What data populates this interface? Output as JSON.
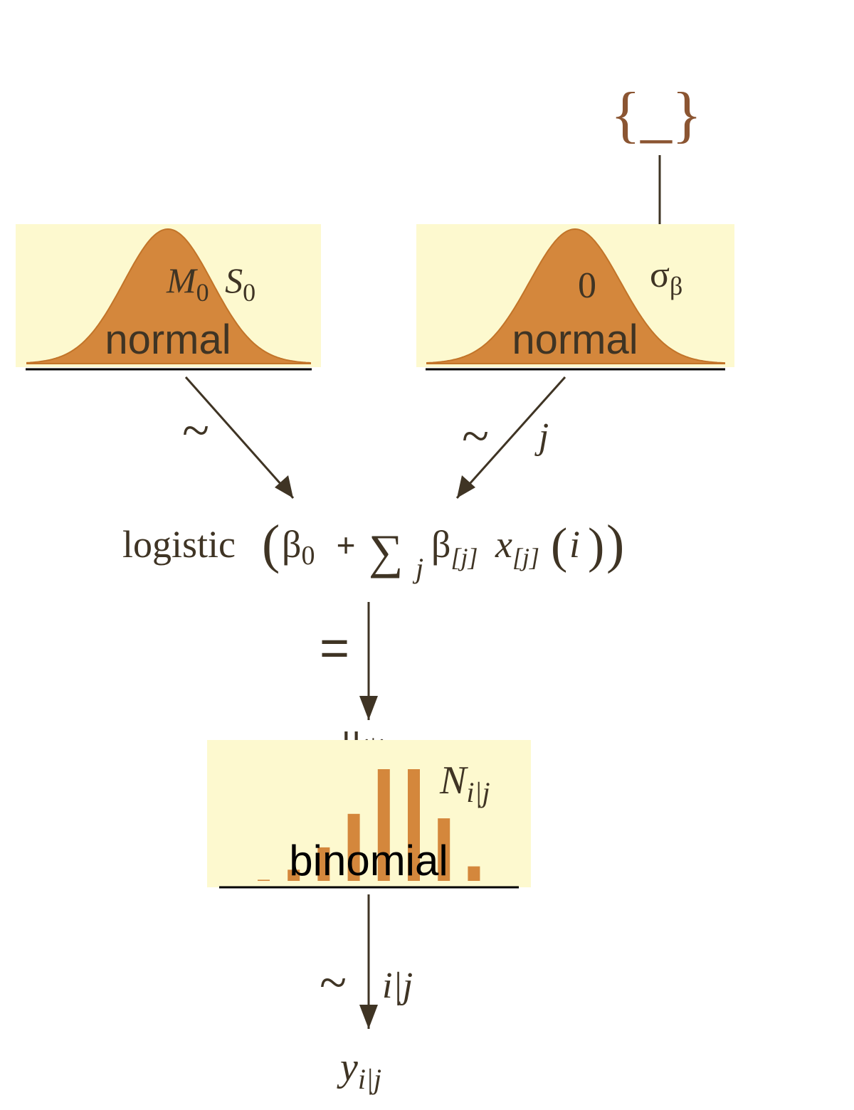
{
  "colors": {
    "panel_fill": "#fdf9cf",
    "curve_fill": "#d4873c",
    "curve_stroke": "#c27429",
    "ink": "#3f3424",
    "brace": "#8b5532",
    "black": "#000000"
  },
  "top_node": {
    "brace_text": "{_}"
  },
  "prior_left": {
    "dist_label": "normal",
    "param1": "M",
    "param1_sub": "0",
    "param2": "S",
    "param2_sub": "0"
  },
  "prior_right": {
    "dist_label": "normal",
    "mean": "0",
    "sigma": "σ",
    "sigma_sub": "β"
  },
  "arrow_left": {
    "symbol": "~"
  },
  "arrow_right": {
    "symbol": "~",
    "index": "j"
  },
  "equation": {
    "func": "logistic",
    "beta": "β",
    "beta0_sub": "0",
    "plus": "+",
    "sum": "∑",
    "sum_sub": "j",
    "beta_j_sub": "[j]",
    "x": "x",
    "x_sub": "[j]",
    "arg": "i"
  },
  "equals_arrow": {
    "symbol": "="
  },
  "mu": {
    "symbol": "μ",
    "sub": "i|j"
  },
  "likelihood": {
    "dist_label": "binomial",
    "param": "N",
    "param_sub": "i|j",
    "bars": [
      0.01,
      0.1,
      0.3,
      0.6,
      1.0,
      1.0,
      0.56,
      0.13
    ]
  },
  "arrow_bottom": {
    "symbol": "~",
    "index": "i|j"
  },
  "data_node": {
    "symbol": "y",
    "sub": "i|j"
  }
}
